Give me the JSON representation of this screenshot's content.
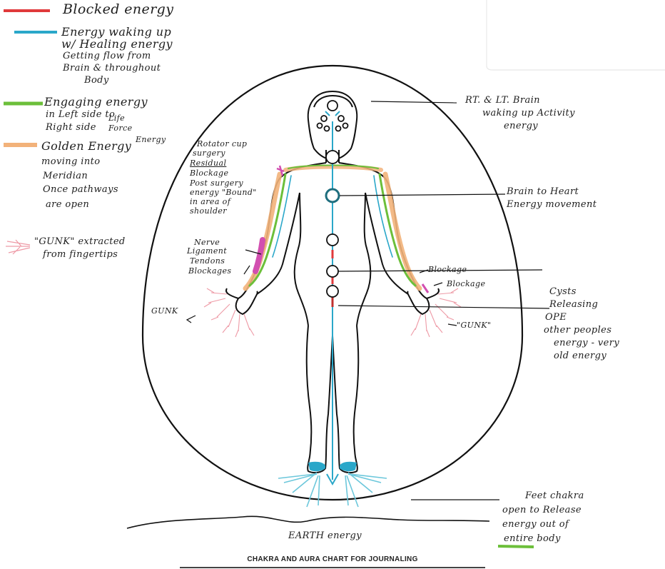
{
  "legend": {
    "blocked": "Blocked energy",
    "waking_1": "Energy waking up",
    "waking_2": "w/ Healing energy",
    "waking_3": "Getting flow from",
    "waking_4": "Brain & throughout",
    "waking_5": "Body",
    "engaging_1": "Engaging energy",
    "engaging_2": "in Left side to",
    "engaging_3": "Right side",
    "engaging_4": "Life",
    "engaging_5": "Force",
    "engaging_6": "Energy",
    "golden_1": "Golden Energy",
    "golden_2": "moving into",
    "golden_3": "Meridian",
    "golden_4": "Once pathways",
    "golden_5": "are open",
    "gunk_1": "\"GUNK\" extracted",
    "gunk_2": "from fingertips"
  },
  "notes": {
    "brain_1": "RT. & LT. Brain",
    "brain_2": "waking up Activity",
    "brain_3": "energy",
    "rotator_1": "Rotator cup",
    "rotator_2": "surgery",
    "rotator_3": "Residual",
    "rotator_4": "Blockage",
    "rotator_5": "Post surgery",
    "rotator_6": "energy \"Bound\"",
    "rotator_7": "in area of",
    "rotator_8": "shoulder",
    "heart_1": "Brain to Heart",
    "heart_2": "Energy movement",
    "nerve_1": "Nerve",
    "nerve_2": "Ligament",
    "nerve_3": "Tendons",
    "nerve_4": "Blockages",
    "blockage_1": "Blockage",
    "blockage_2": "Blockage",
    "gunk_left": "GUNK",
    "gunk_right": "\"GUNK\"",
    "cysts_1": "Cysts",
    "cysts_2": "Releasing",
    "cysts_3": "OPE",
    "cysts_4": "other peoples",
    "cysts_5": "energy - very",
    "cysts_6": "old energy",
    "feet_1": "Feet chakra",
    "feet_2": "open to Release",
    "feet_3": "energy out of",
    "feet_4": "entire body",
    "earth": "EARTH energy"
  },
  "caption": "CHAKRA AND AURA CHART FOR JOURNALING",
  "colors": {
    "blocked": "#e0393b",
    "waking": "#2aa7c9",
    "engaging": "#6cbf3a",
    "golden": "#f2b27a",
    "gunk": "#ee9aa6",
    "magenta": "#d24fb0",
    "ink": "#1d1d1d"
  }
}
